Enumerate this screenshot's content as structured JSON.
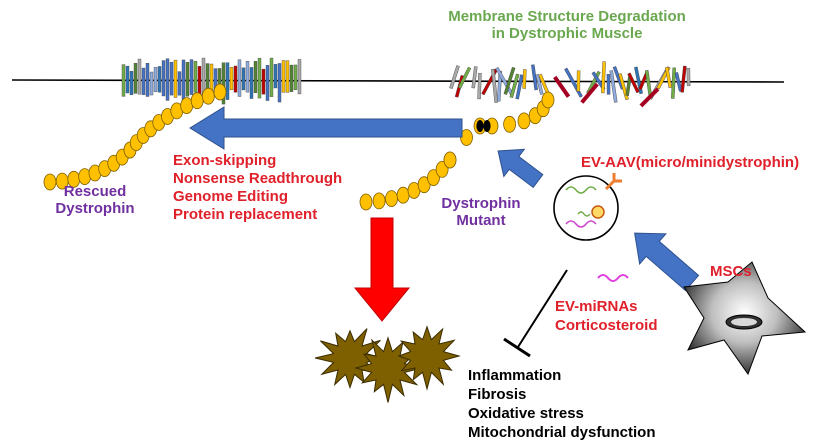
{
  "title": {
    "line1": "Membrane Structure Degradation",
    "line2": "in Dystrophic Muscle"
  },
  "labels": {
    "rescued_line1": "Rescued",
    "rescued_line2": "Dystrophin",
    "mutant_line1": "Dystrophin",
    "mutant_line2": "Mutant",
    "ev_aav": "EV-AAV(micro/minidystrophin)",
    "mscs": "MSCs",
    "ev_mirnas": "EV-miRNAs",
    "corticosteroid": "Corticosteroid"
  },
  "therapies": [
    "Exon-skipping",
    "Nonsense Readthrough",
    "Genome Editing",
    "Protein replacement"
  ],
  "outcomes": [
    "Inflammation",
    "Fibrosis",
    "Oxidative stress",
    "Mitochondrial dysfunction"
  ],
  "colors": {
    "title_green": "#6aa84f",
    "therapy_red": "#e0202a",
    "label_purple": "#7030a0",
    "arrow_blue": "#4472c4",
    "arrow_red": "#ff0000",
    "dystrophin_bead": "#ffc000",
    "damaged_fiber": "#7f6000"
  }
}
